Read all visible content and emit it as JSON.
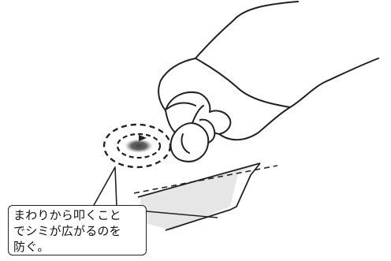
{
  "caption": {
    "lines": [
      "まわりから叩くこと",
      "でシミが広がるのを",
      "防ぐ。"
    ]
  }
}
